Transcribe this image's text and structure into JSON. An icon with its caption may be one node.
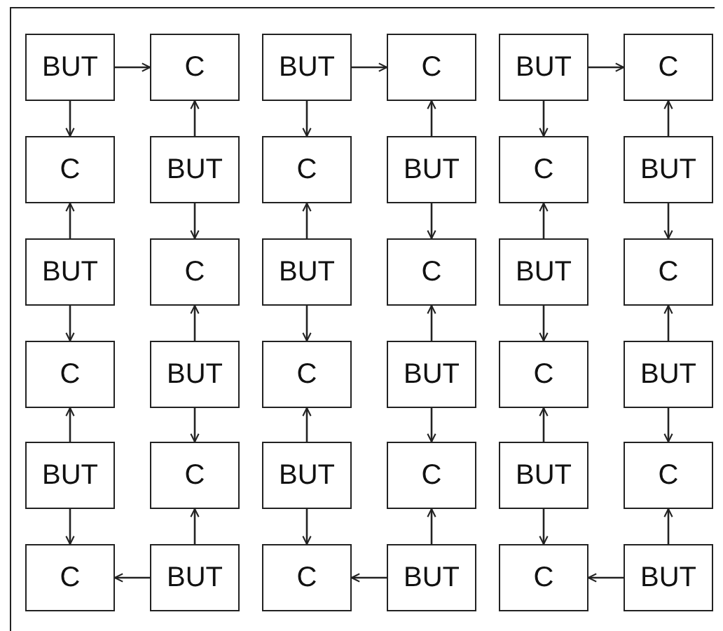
{
  "diagram": {
    "nodes": [
      {
        "text": [
          "BUT"
        ]
      },
      {
        "text": [
          "C"
        ]
      },
      {
        "text": [
          "BUT"
        ]
      },
      {
        "text": [
          "C"
        ]
      },
      {
        "text": [
          "BUT"
        ]
      },
      {
        "text": [
          "C"
        ]
      },
      {
        "text": [
          "C"
        ]
      },
      {
        "text": [
          "BUT"
        ]
      },
      {
        "text": [
          "C"
        ]
      },
      {
        "text": [
          "BUT"
        ]
      },
      {
        "text": [
          "C"
        ]
      },
      {
        "text": [
          "BUT"
        ]
      },
      {
        "text": [
          "BUT"
        ]
      },
      {
        "text": [
          "C"
        ]
      },
      {
        "text": [
          "BUT"
        ]
      },
      {
        "text": [
          "C"
        ]
      },
      {
        "text": [
          "BUT"
        ]
      },
      {
        "text": [
          "C"
        ]
      },
      {
        "text": [
          "C"
        ]
      },
      {
        "text": [
          "BUT"
        ]
      },
      {
        "text": [
          "C"
        ]
      },
      {
        "text": [
          "BUT"
        ]
      },
      {
        "text": [
          "C"
        ]
      },
      {
        "text": [
          "BUT"
        ]
      },
      {
        "text": [
          "BUT"
        ]
      },
      {
        "text": [
          "C"
        ]
      },
      {
        "text": [
          "BUT"
        ]
      },
      {
        "text": [
          "C"
        ]
      },
      {
        "text": [
          "BUT"
        ]
      },
      {
        "text": [
          "C"
        ]
      },
      {
        "text": [
          "C"
        ]
      },
      {
        "text": [
          "BUT"
        ]
      },
      {
        "text": [
          "C"
        ]
      },
      {
        "text": [
          "BUT"
        ]
      },
      {
        "text": [
          "C"
        ]
      },
      {
        "text": [
          "BUT"
        ]
      }
    ],
    "edges": [
      {
        "from": 0,
        "to": 1,
        "arrow": "to"
      },
      {
        "from": 2,
        "to": 3,
        "arrow": "to"
      },
      {
        "from": 4,
        "to": 5,
        "arrow": "to"
      },
      {
        "from": 0,
        "to": 6,
        "arrow": "to"
      },
      {
        "from": 7,
        "to": 1,
        "arrow": "to"
      },
      {
        "from": 2,
        "to": 8,
        "arrow": "to"
      },
      {
        "from": 9,
        "to": 3,
        "arrow": "to"
      },
      {
        "from": 4,
        "to": 10,
        "arrow": "to"
      },
      {
        "from": 11,
        "to": 5,
        "arrow": "to"
      },
      {
        "from": 12,
        "to": 6,
        "arrow": "to"
      },
      {
        "from": 7,
        "to": 13,
        "arrow": "to"
      },
      {
        "from": 14,
        "to": 8,
        "arrow": "to"
      },
      {
        "from": 9,
        "to": 15,
        "arrow": "to"
      },
      {
        "from": 16,
        "to": 10,
        "arrow": "to"
      },
      {
        "from": 11,
        "to": 17,
        "arrow": "to"
      },
      {
        "from": 12,
        "to": 18,
        "arrow": "to"
      },
      {
        "from": 19,
        "to": 13,
        "arrow": "to"
      },
      {
        "from": 14,
        "to": 20,
        "arrow": "to"
      },
      {
        "from": 21,
        "to": 15,
        "arrow": "to"
      },
      {
        "from": 16,
        "to": 22,
        "arrow": "to"
      },
      {
        "from": 23,
        "to": 17,
        "arrow": "to"
      },
      {
        "from": 24,
        "to": 18,
        "arrow": "to"
      },
      {
        "from": 19,
        "to": 25,
        "arrow": "to"
      },
      {
        "from": 26,
        "to": 20,
        "arrow": "to"
      },
      {
        "from": 21,
        "to": 27,
        "arrow": "to"
      },
      {
        "from": 28,
        "to": 22,
        "arrow": "to"
      },
      {
        "from": 23,
        "to": 29,
        "arrow": "to"
      },
      {
        "from": 24,
        "to": 30,
        "arrow": "to"
      },
      {
        "from": 31,
        "to": 25,
        "arrow": "to"
      },
      {
        "from": 26,
        "to": 32,
        "arrow": "to"
      },
      {
        "from": 33,
        "to": 27,
        "arrow": "to"
      },
      {
        "from": 28,
        "to": 34,
        "arrow": "to"
      },
      {
        "from": 35,
        "to": 29,
        "arrow": "to"
      },
      {
        "from": 31,
        "to": 30,
        "arrow": "to"
      },
      {
        "from": 33,
        "to": 32,
        "arrow": "to"
      },
      {
        "from": 35,
        "to": 34,
        "arrow": "to"
      }
    ]
  }
}
